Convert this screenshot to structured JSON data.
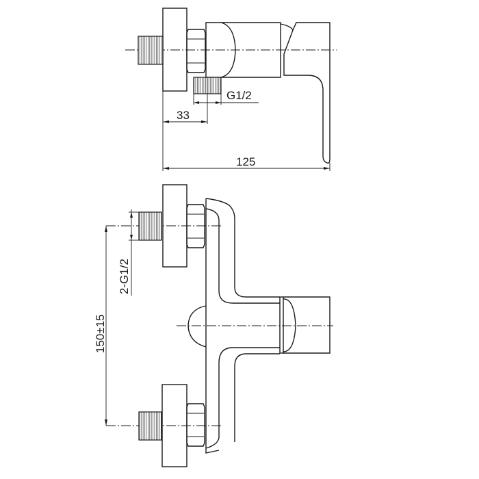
{
  "drawing": {
    "top_view": {
      "dimensions": {
        "thread_size": "G1/2",
        "offset": "33",
        "overall_depth": "125"
      }
    },
    "front_view": {
      "dimensions": {
        "inlet_spacing": "150±15",
        "inlet_threads": "2-G1/2"
      }
    },
    "colors": {
      "line": "#1a1a1a",
      "background": "#ffffff"
    }
  }
}
